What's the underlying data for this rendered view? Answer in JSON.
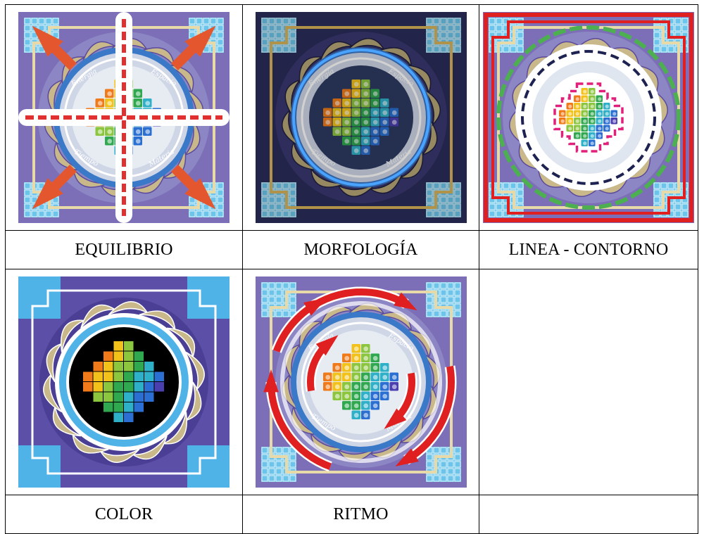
{
  "table": {
    "row1": {
      "cells": [
        {
          "label": "EQUILIBRIO",
          "image": "mandala-balance-axes-arrows"
        },
        {
          "label": "MORFOLOGÍA",
          "image": "mandala-dark-morphology"
        },
        {
          "label": "LINEA - CONTORNO",
          "image": "mandala-outline-dashed"
        }
      ]
    },
    "row2": {
      "cells": [
        {
          "label": "COLOR",
          "image": "mandala-flat-color"
        },
        {
          "label": "RITMO",
          "image": "mandala-rhythm-curved-arrows"
        },
        {
          "label": "",
          "image": ""
        }
      ]
    }
  },
  "mandala_words": [
    "Energía",
    "Espacio",
    "Tiempo",
    "Materia"
  ],
  "colors": {
    "arrow_orange": "#e4572e",
    "arrow_red": "#e02020",
    "dash_red": "#e03030",
    "dash_magenta": "#e0207a",
    "dash_navy": "#1d2250",
    "ring_blue": "#3a78c8",
    "sky": "#4fb3e8",
    "purple": "#5a4a9c",
    "gold": "#c9b98a",
    "border_red": "#e02020"
  }
}
